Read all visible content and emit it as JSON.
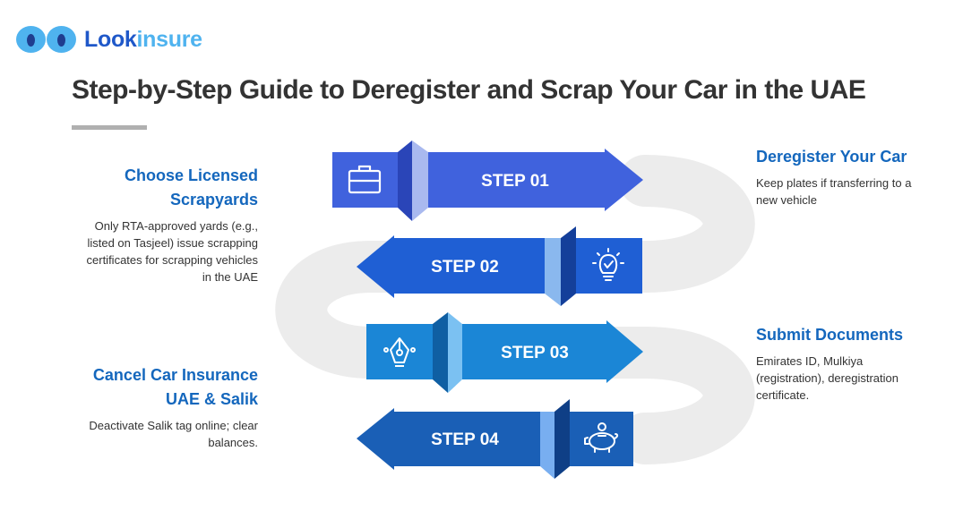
{
  "brand": {
    "name_part1": "Look",
    "name_part2": "insure"
  },
  "page": {
    "title": "Step-by-Step Guide to Deregister and Scrap Your Car in the UAE"
  },
  "steps": [
    {
      "label": "STEP 01",
      "icon": "briefcase-icon",
      "color": "#4062dd"
    },
    {
      "label": "STEP 02",
      "icon": "lightbulb-icon",
      "color": "#1f5fd4"
    },
    {
      "label": "STEP 03",
      "icon": "pen-nib-icon",
      "color": "#1b86d6"
    },
    {
      "label": "STEP 04",
      "icon": "piggy-bank-icon",
      "color": "#1a5fb6"
    }
  ],
  "descriptions": {
    "choose_scrapyards": {
      "title_line1": "Choose Licensed",
      "title_line2": "Scrapyards",
      "body_line1": "Only RTA-approved yards (e.g.,",
      "body_line2": "listed on Tasjeel) issue scrapping",
      "body_line3": "certificates for scrapping vehicles",
      "body_line4": "in the UAE"
    },
    "deregister": {
      "title": "Deregister Your Car",
      "body_line1": "Keep plates if transferring to a",
      "body_line2": "new vehicle"
    },
    "submit_documents": {
      "title": "Submit Documents",
      "body_line1": "Emirates ID, Mulkiya",
      "body_line2": "(registration), deregistration",
      "body_line3": "certificate."
    },
    "cancel_insurance": {
      "title_line1": "Cancel Car Insurance",
      "title_line2": "UAE & Salik",
      "body_line1": "Deactivate Salik tag online; clear",
      "body_line2": "balances."
    }
  }
}
